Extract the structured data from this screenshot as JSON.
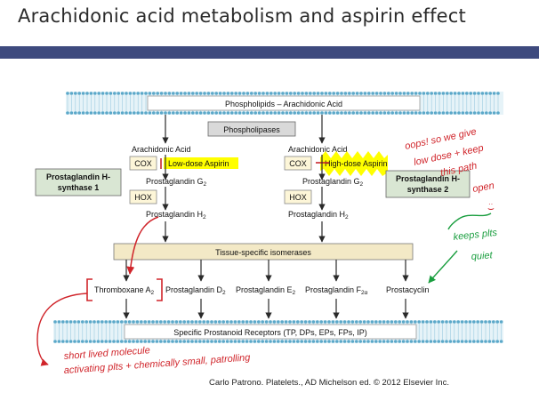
{
  "slide": {
    "title": "Arachidonic acid metabolism and aspirin effect",
    "colors": {
      "title_bar": "#3e4a7e",
      "box_fill": "#d9d9d9",
      "isomerase_fill": "#f3e9c6",
      "enzyme_fill": "#fdf6d8",
      "synthase_fill": "#d9e6d3",
      "membrane": "#5ba8c9",
      "highlight": "#ffff00",
      "annotation_red": "#d0242a",
      "annotation_green": "#1a9e3f"
    }
  },
  "diagram": {
    "phospholipids": "Phospholipids – Arachidonic Acid",
    "phospholipases": "Phospholipases",
    "left": {
      "arachidonic": "Arachidonic Acid",
      "cox": "COX",
      "aspirin": "Low-dose Aspirin",
      "pgg2_base": "Prostaglandin G",
      "pgg2_sub": "2",
      "hox": "HOX",
      "pgh2_base": "Prostaglandin H",
      "pgh2_sub": "2",
      "synthase_line1": "Prostaglandin H-",
      "synthase_line2": "synthase 1"
    },
    "right": {
      "arachidonic": "Arachidonic Acid",
      "cox": "COX",
      "aspirin": "High-dose Aspirin",
      "pgg2_base": "Prostaglandin G",
      "pgg2_sub": "2",
      "hox": "HOX",
      "pgh2_base": "Prostaglandin H",
      "pgh2_sub": "2",
      "synthase_line1": "Prostaglandin H-",
      "synthase_line2": "synthase 2"
    },
    "isomerases": "Tissue-specific isomerases",
    "products": {
      "txa2_base": "Thromboxane A",
      "txa2_sub": "2",
      "pgd2_base": "Prostaglandin D",
      "pgd2_sub": "2",
      "pge2_base": "Prostaglandin E",
      "pge2_sub": "2",
      "pgf2a_base": "Prostaglandin F",
      "pgf2a_sub": "2α",
      "prostacyclin": "Prostacyclin"
    },
    "receptors": "Specific Prostanoid Receptors (TP, DPs, EPs, FPs, IP)",
    "citation": "Carlo Patrono. Platelets., AD Michelson ed. © 2012 Elsevier Inc."
  },
  "annotations": {
    "oops_line1": "oops! so we give",
    "oops_line2": "low dose + keep",
    "oops_line3": "this path",
    "oops_line4": "open",
    "keeps_line1": "keeps plts",
    "keeps_line2": "quiet",
    "bottom_line1": "short lived molecule",
    "bottom_line2": "activating plts + chemically small, patrolling"
  }
}
